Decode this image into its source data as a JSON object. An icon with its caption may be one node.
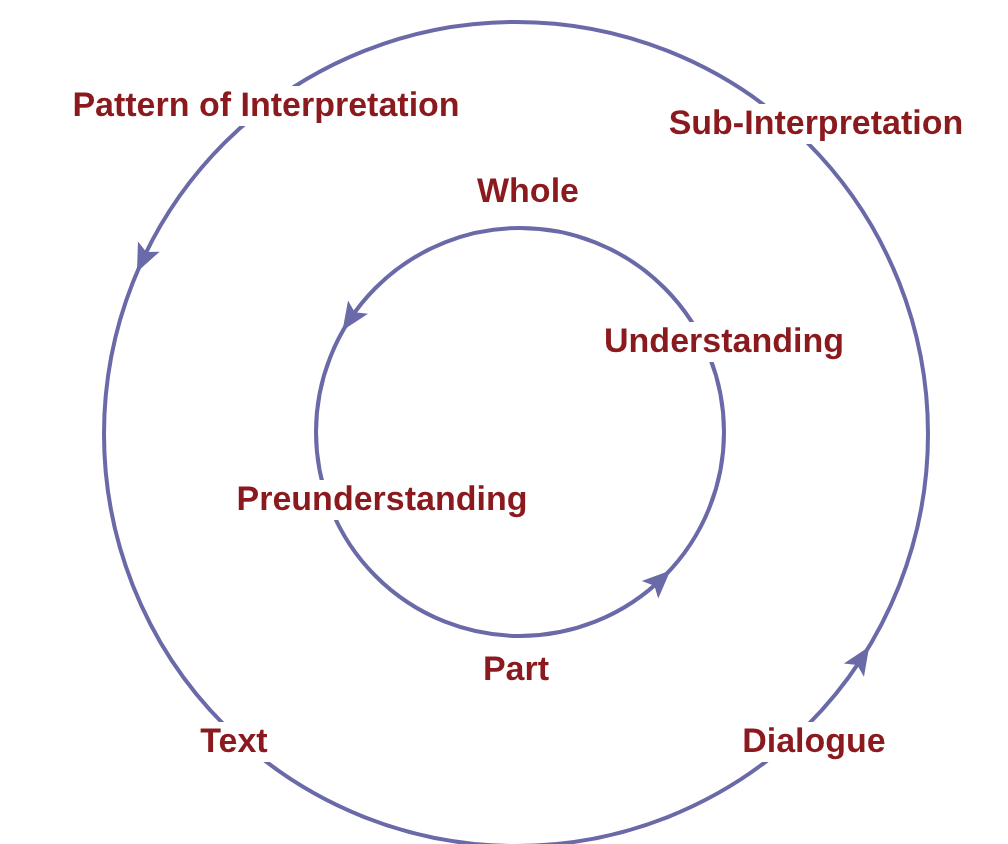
{
  "diagram": {
    "labels": [
      "Pattern of Interpretation",
      "Sub-Interpretation",
      "Whole",
      "Understanding",
      "Preunderstanding",
      "Part",
      "Text",
      "Dialogue"
    ]
  }
}
